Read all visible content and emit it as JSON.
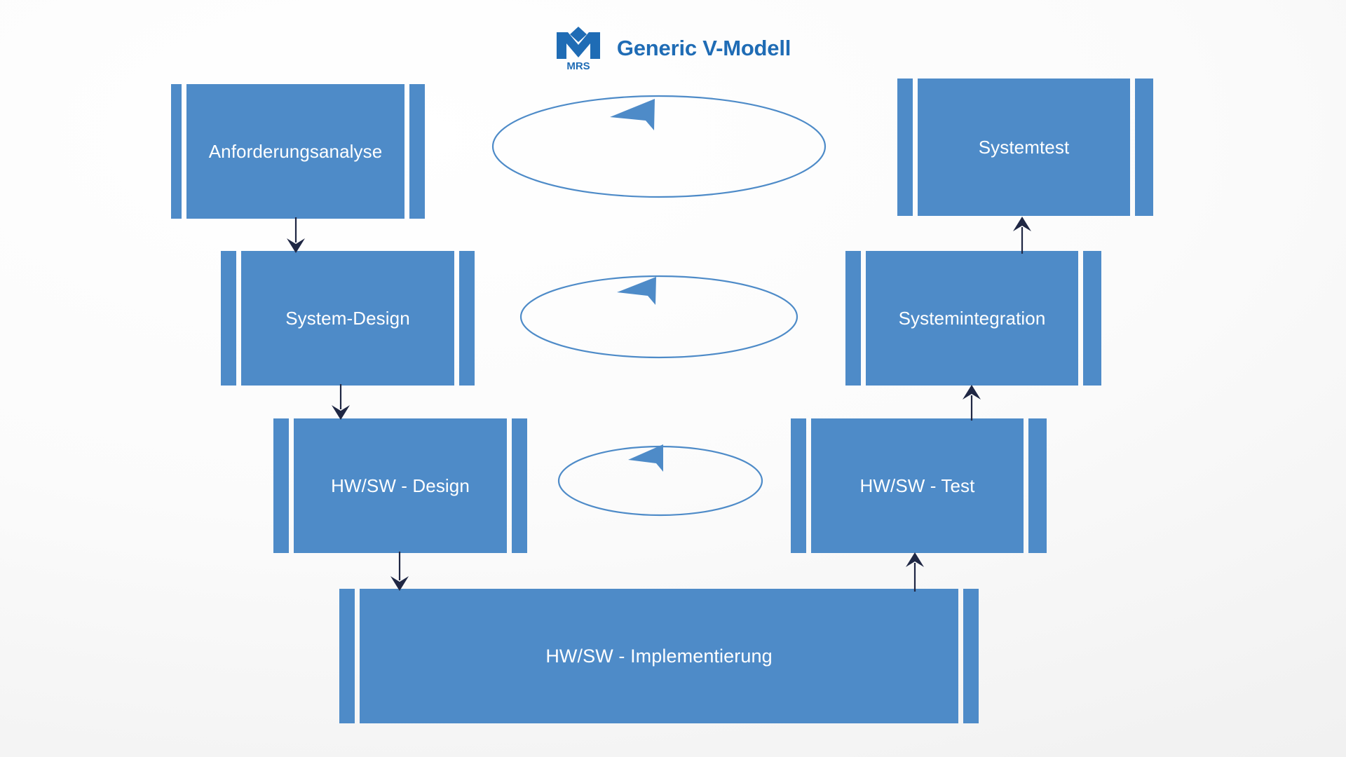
{
  "header": {
    "logo_name": "mrs-logo",
    "logo_text": "MRS",
    "title": "Generic V-Modell",
    "title_color": "#1f6cb5"
  },
  "theme": {
    "box_fill": "#4e8bc8",
    "box_text": "#ffffff",
    "ellipse_stroke": "#4e8bc8",
    "connector_color": "#1f2744",
    "background": "#f7f7f7"
  },
  "diagram": {
    "type": "v-model",
    "left_branch": [
      {
        "id": "anforderungsanalyse",
        "label": "Anforderungsanalyse"
      },
      {
        "id": "system-design",
        "label": "System-Design"
      },
      {
        "id": "hw-sw-design",
        "label": "HW/SW - Design"
      }
    ],
    "bottom": [
      {
        "id": "hw-sw-implementierung",
        "label": "HW/SW - Implementierung"
      }
    ],
    "right_branch": [
      {
        "id": "systemtest",
        "label": "Systemtest"
      },
      {
        "id": "systemintegration",
        "label": "Systemintegration"
      },
      {
        "id": "hw-sw-test",
        "label": "HW/SW - Test"
      }
    ],
    "verification_loops": [
      {
        "id": "loop-system",
        "from": "anforderungsanalyse",
        "to": "systemtest",
        "direction": "counter-clockwise"
      },
      {
        "id": "loop-integration",
        "from": "system-design",
        "to": "systemintegration",
        "direction": "counter-clockwise"
      },
      {
        "id": "loop-unit",
        "from": "hw-sw-design",
        "to": "hw-sw-test",
        "direction": "counter-clockwise"
      }
    ],
    "flow_arrows": [
      {
        "id": "arrow-anforderungsanalyse-to-system-design",
        "direction": "down"
      },
      {
        "id": "arrow-system-design-to-hw-sw-design",
        "direction": "down"
      },
      {
        "id": "arrow-hw-sw-design-to-implementierung",
        "direction": "down"
      },
      {
        "id": "arrow-implementierung-to-hw-sw-test",
        "direction": "up"
      },
      {
        "id": "arrow-hw-sw-test-to-systemintegration",
        "direction": "up"
      },
      {
        "id": "arrow-systemintegration-to-systemtest",
        "direction": "up"
      }
    ]
  }
}
